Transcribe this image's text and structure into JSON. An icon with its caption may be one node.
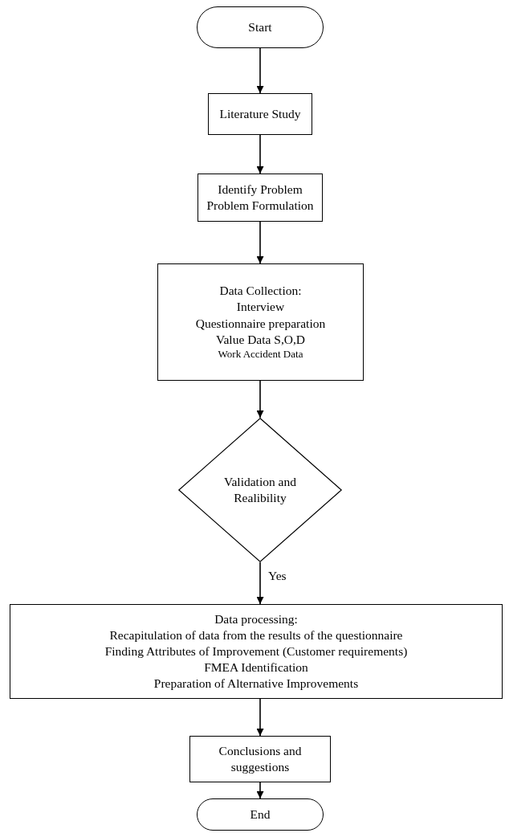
{
  "diagram": {
    "nodes": [
      {
        "text": [
          "Start"
        ]
      },
      {
        "text": [
          "Literature Study"
        ]
      },
      {
        "text": [
          "Identify Problem",
          "Problem Formulation"
        ]
      },
      {
        "text": [
          "Data Collection:",
          "Interview",
          "Questionnaire preparation",
          "Value Data S,O,D",
          "Work Accident Data"
        ]
      },
      {
        "text": [
          "Validation and Realibility"
        ]
      },
      {
        "text": [
          "Data processing:",
          "Recapitulation of data from the results of the questionnaire",
          "Finding Attributes of Improvement (Customer requirements)",
          "FMEA Identification",
          "Preparation of Alternative Improvements"
        ]
      },
      {
        "text": [
          "Conclusions and suggestions"
        ]
      },
      {
        "text": [
          "End"
        ]
      }
    ],
    "edges": [
      {
        "from": 0,
        "to": 1,
        "arrow": "to"
      },
      {
        "from": 1,
        "to": 2,
        "arrow": "to"
      },
      {
        "from": 2,
        "to": 3,
        "arrow": "to"
      },
      {
        "from": 3,
        "to": 4,
        "arrow": "to"
      },
      {
        "from": 4,
        "to": 5,
        "arrow": "to",
        "label": "Yes"
      },
      {
        "from": 5,
        "to": 6,
        "arrow": "to"
      },
      {
        "from": 6,
        "to": 7,
        "arrow": "to"
      }
    ]
  }
}
